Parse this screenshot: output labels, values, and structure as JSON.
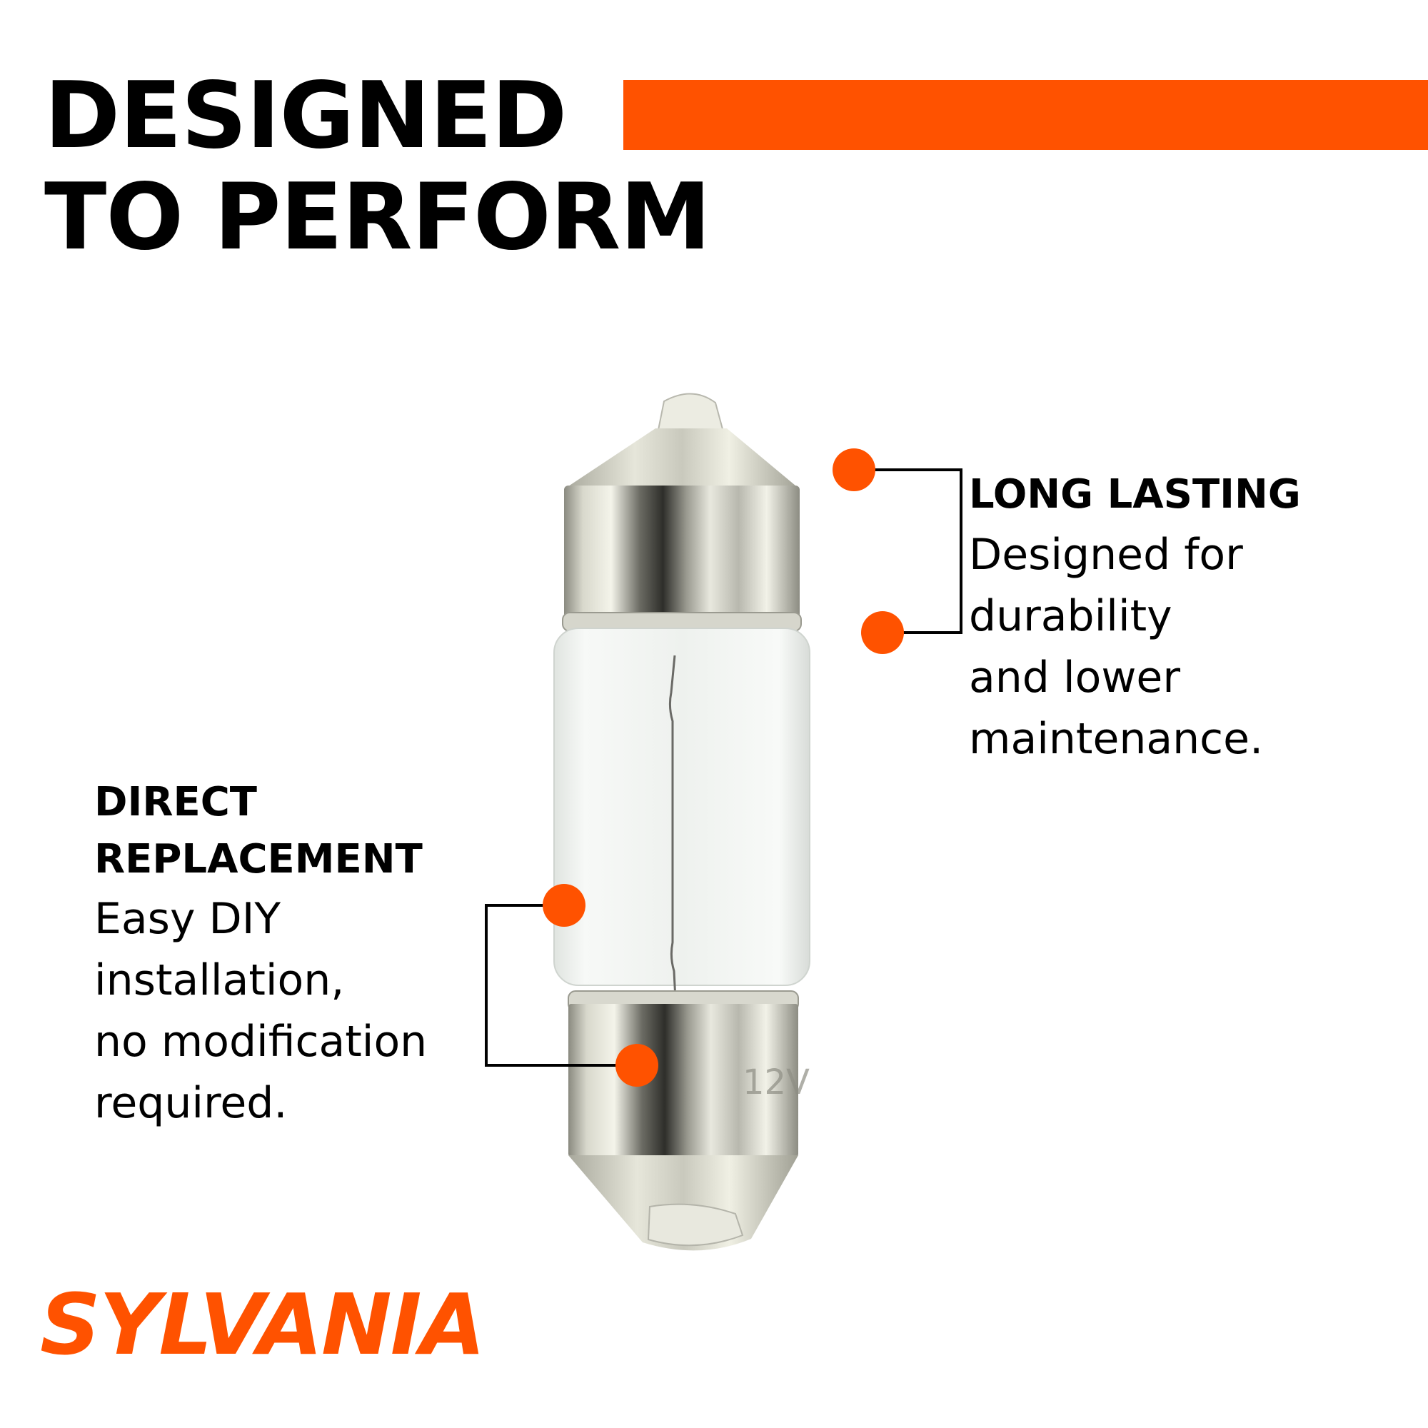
{
  "headline": {
    "line1": "DESIGNED",
    "line2": "TO PERFORM"
  },
  "callouts": {
    "long_lasting": {
      "title": "LONG LASTING",
      "lines": [
        "Designed for",
        "durability",
        "and lower",
        "maintenance."
      ]
    },
    "direct_replacement": {
      "title_lines": [
        "DIRECT",
        "REPLACEMENT"
      ],
      "lines": [
        "Easy DIY",
        "installation,",
        "no modification",
        "required."
      ]
    }
  },
  "bulb": {
    "base_marking": "12V"
  },
  "logo": {
    "brand": "SYLVANIA"
  },
  "colors": {
    "accent": "#ff5200",
    "text": "#000000",
    "background": "#ffffff"
  },
  "icons": {
    "callout_marker": "orange-dot-marker",
    "product": "festoon-bulb"
  }
}
